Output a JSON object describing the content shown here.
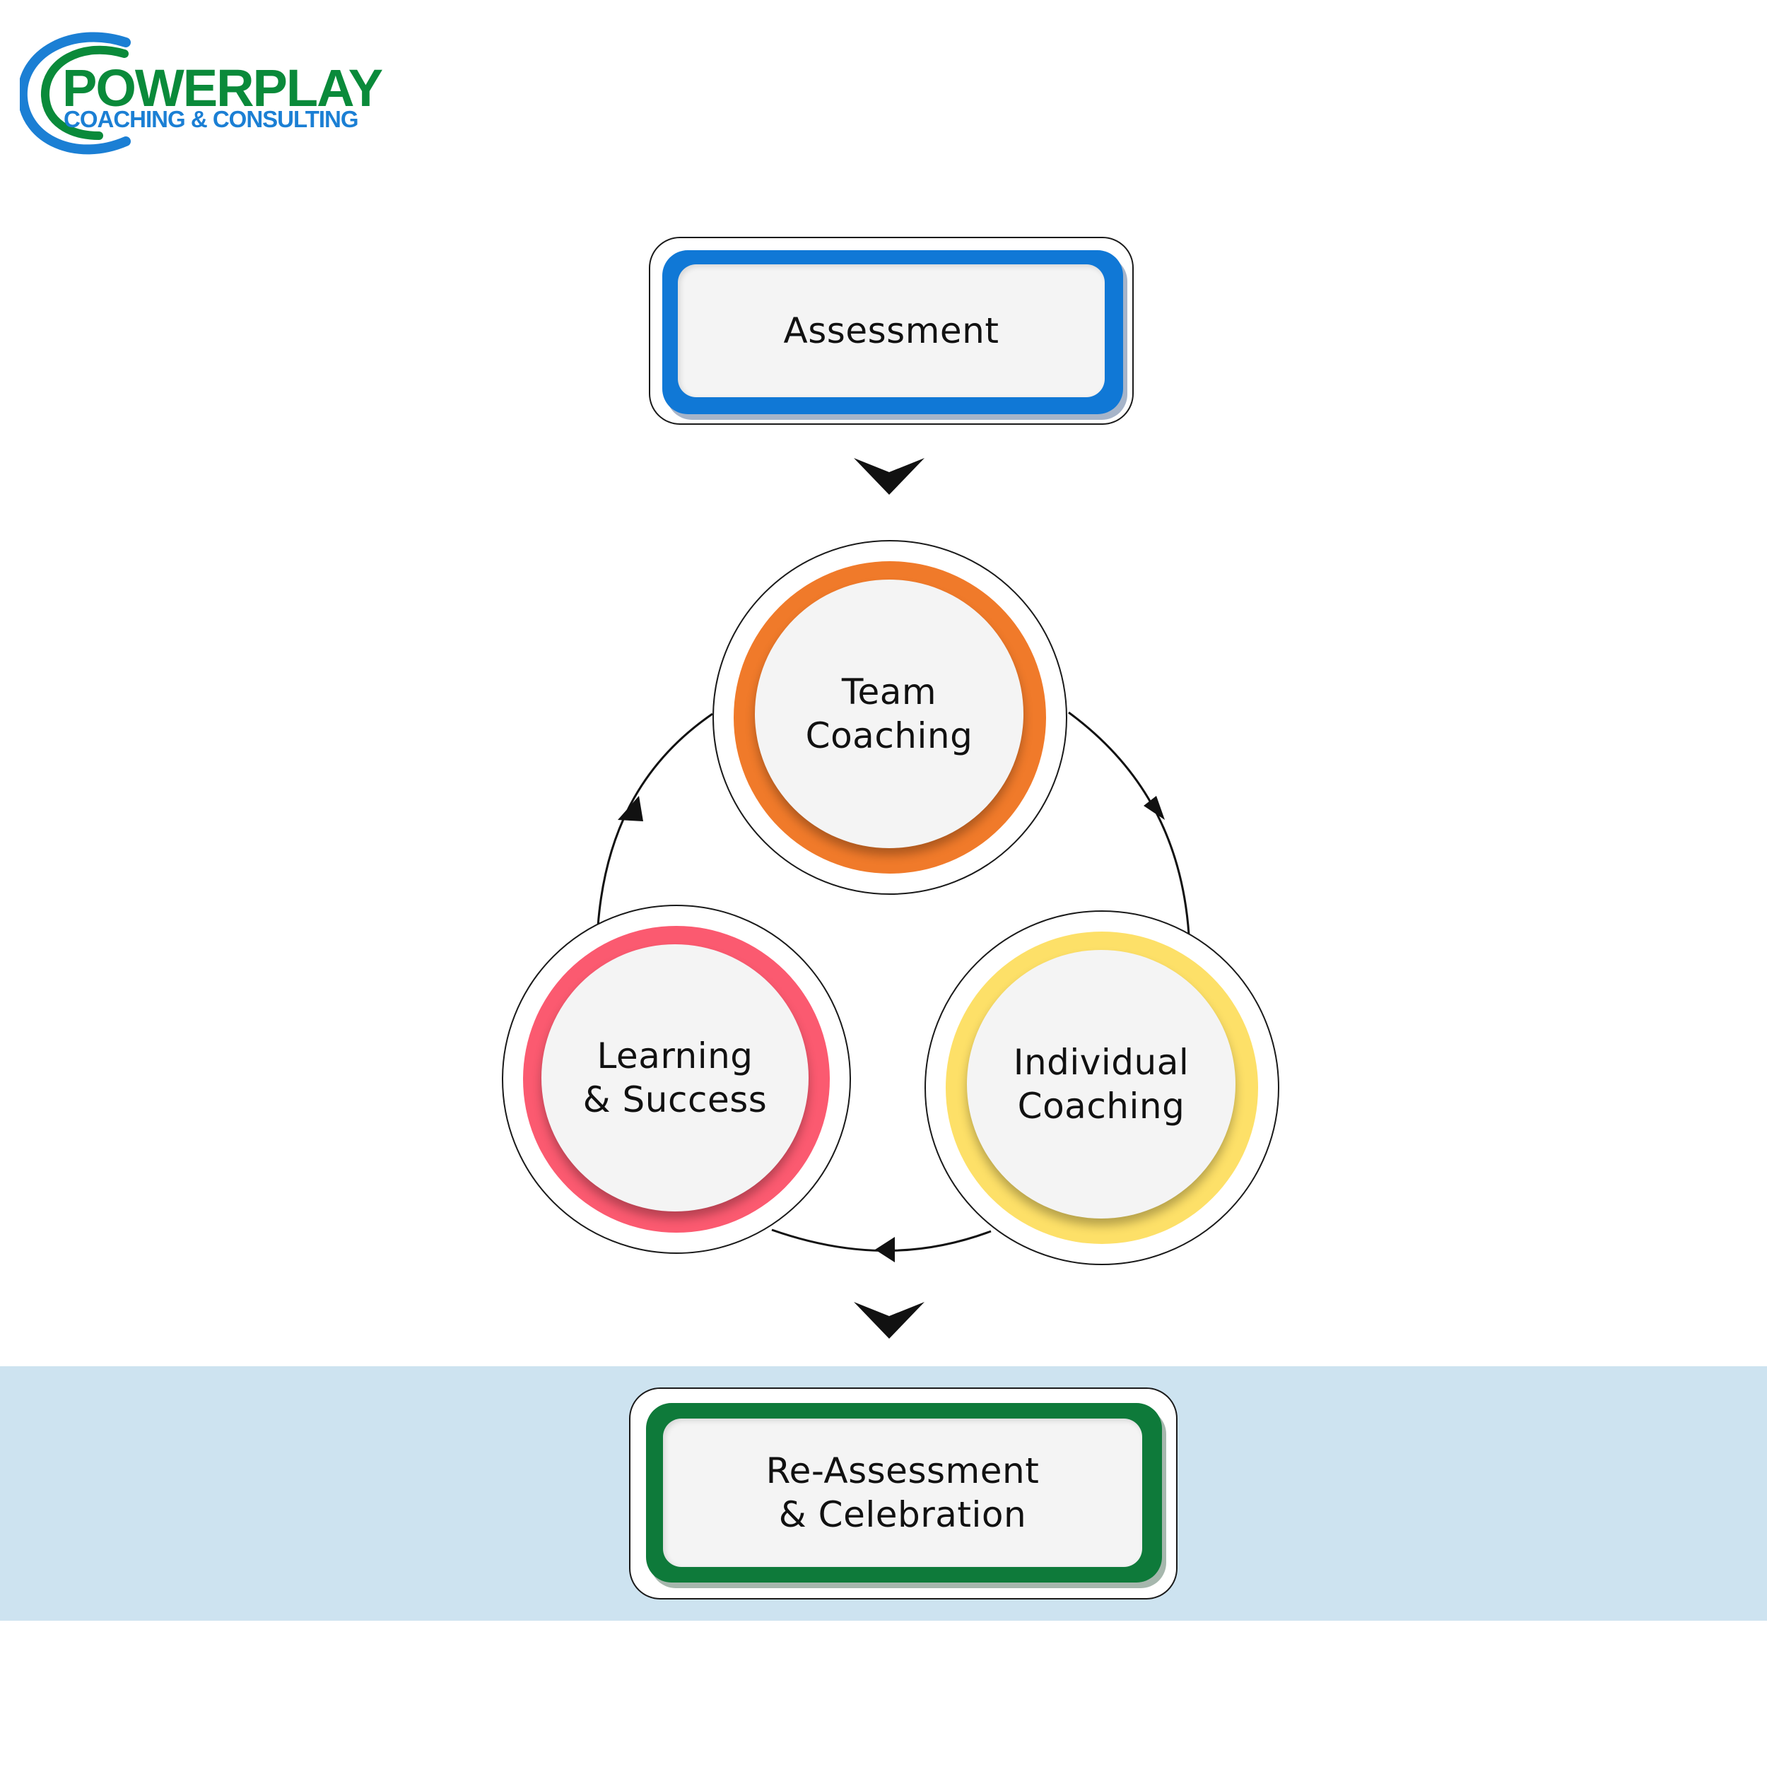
{
  "logo": {
    "name": "POWERPLAY",
    "tagline": "COACHING & CONSULTING",
    "green": "#0a8a3a",
    "blue": "#1b7fd4"
  },
  "band_color": "#cde3f0",
  "nodes": {
    "assessment": {
      "label": "Assessment",
      "color": "#1078d6"
    },
    "team_coaching": {
      "lines": [
        "Team",
        "Coaching"
      ],
      "color": "#f07a2a"
    },
    "individual_coaching": {
      "lines": [
        "Individual",
        "Coaching"
      ],
      "color": "#fde068"
    },
    "learning_success": {
      "lines": [
        "Learning",
        "& Success"
      ],
      "color": "#fb5a70"
    },
    "reassessment": {
      "lines": [
        "Re-Assessment",
        "& Celebration"
      ],
      "color": "#0e7a3a"
    }
  },
  "connector_color": "#111111"
}
